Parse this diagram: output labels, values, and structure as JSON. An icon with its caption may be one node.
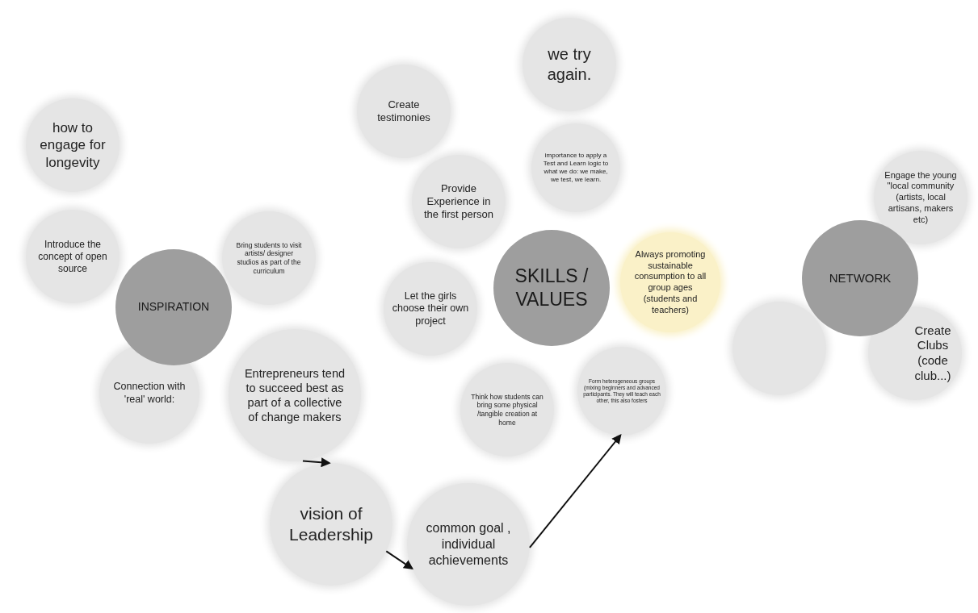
{
  "diagram": {
    "nodes": [
      {
        "text": [
          "how to engage for longevity"
        ]
      },
      {
        "text": [
          "Introduce the concept of open source"
        ]
      },
      {
        "text": [
          "INSPIRATION"
        ]
      },
      {
        "text": [
          "Bring students to visit artists/ designer studios as part of the curriculum"
        ]
      },
      {
        "text": [
          "Connection with 'real' world:"
        ]
      },
      {
        "text": [
          "Entrepreneurs tend to succeed best as part of a collective of change makers"
        ]
      },
      {
        "text": [
          "Create testimonies"
        ]
      },
      {
        "text": [
          "we try again."
        ]
      },
      {
        "text": [
          "importance to apply a Test and Learn logic to what we do: we make, we test, we learn."
        ]
      },
      {
        "text": [
          "Provide Experience in the first person"
        ]
      },
      {
        "text": [
          "Let the girls choose their own project"
        ]
      },
      {
        "text": [
          "SKILLS / VALUES"
        ]
      },
      {
        "text": [
          "Always promoting sustainable consumption to all group ages (students and teachers)"
        ]
      },
      {
        "text": [
          "Think how students can bring some physical /tangible creation at home"
        ]
      },
      {
        "text": [
          "Form heterogeneous groups (mixing beginners and advanced participants. They will teach each other, this also fosters"
        ]
      },
      {
        "text": [
          "vision of Leadership"
        ]
      },
      {
        "text": [
          "common goal , individual achievements"
        ]
      },
      {
        "text": [
          "Engage the young \"local community (artists, local artisans, makers etc)"
        ]
      },
      {
        "text": [
          "NETWORK"
        ]
      },
      {
        "text": [],
        "shape": "circle"
      },
      {
        "text": [
          "Create Clubs (code club...)"
        ]
      }
    ],
    "edges": [
      {
        "from": 5,
        "to": 15,
        "arrow": "to"
      },
      {
        "from": 15,
        "to": 16,
        "arrow": "to"
      },
      {
        "from": 16,
        "to": 14,
        "arrow": "to"
      }
    ]
  }
}
